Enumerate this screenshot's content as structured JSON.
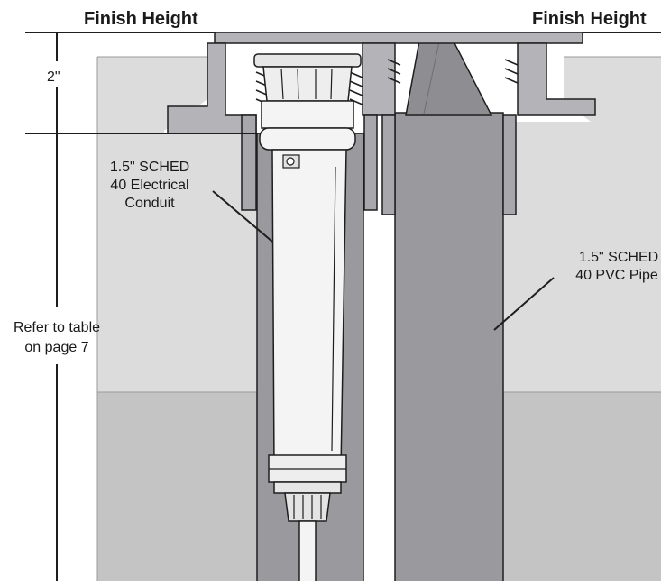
{
  "labels": {
    "finish_height_left": "Finish Height",
    "finish_height_right": "Finish Height",
    "dimension_2in": "2\"",
    "refer_line1": "Refer to table",
    "refer_line2": "on page 7",
    "conduit_line1": "1.5\" SCHED",
    "conduit_line2": "40 Electrical",
    "conduit_line3": "Conduit",
    "pvc_line1": "1.5\" SCHED",
    "pvc_line2": "40 PVC Pipe"
  },
  "colors": {
    "background": "#ffffff",
    "upper_soil": "#dcdcdc",
    "lower_soil": "#c4c4c4",
    "pipe": "#9a9a9e",
    "housing": "#b4b4b8",
    "sprinkler_body": "#f4f4f4",
    "outline": "#1e1e1e"
  }
}
